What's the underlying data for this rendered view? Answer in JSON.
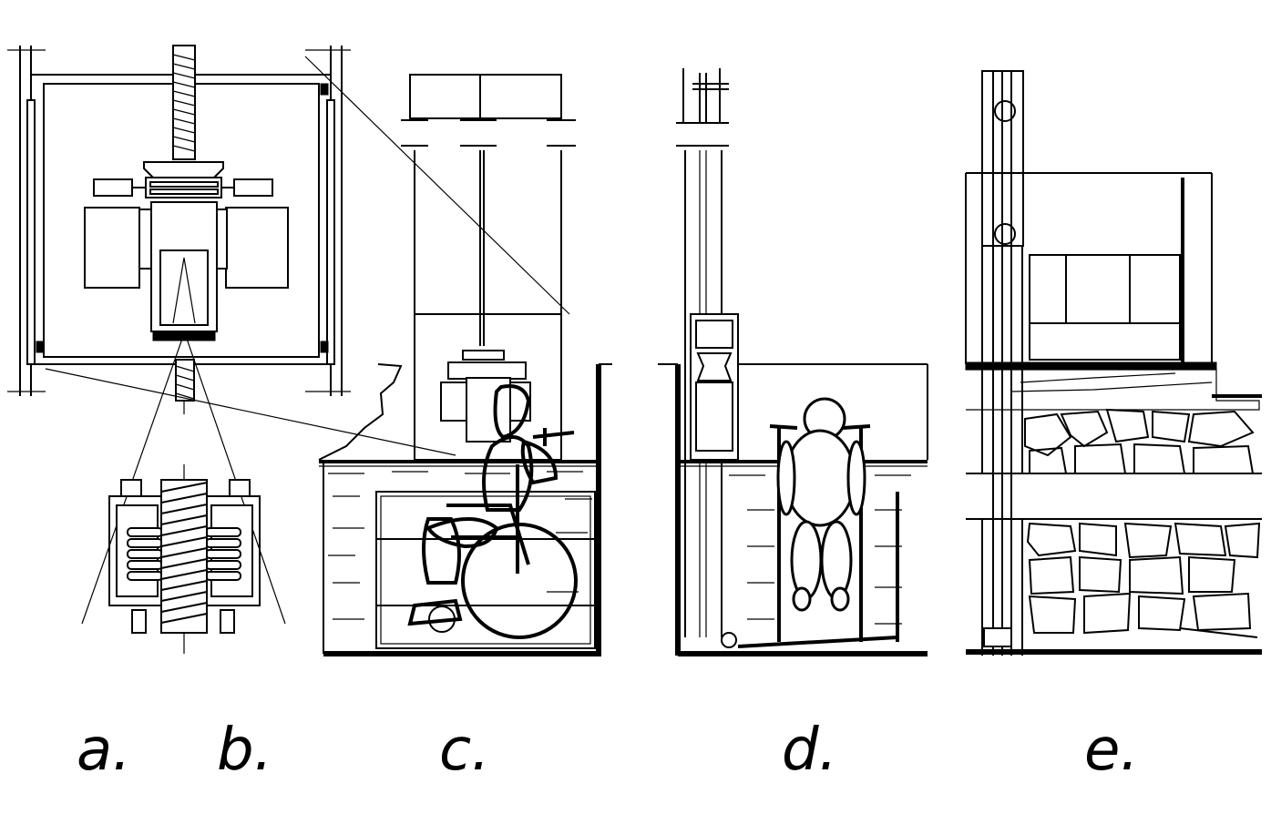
{
  "figure": {
    "labels": {
      "a": "a.",
      "b": "b.",
      "c": "c.",
      "d": "d.",
      "e": "e."
    },
    "colors": {
      "ink": "#000000",
      "paper": "#ffffff"
    }
  }
}
